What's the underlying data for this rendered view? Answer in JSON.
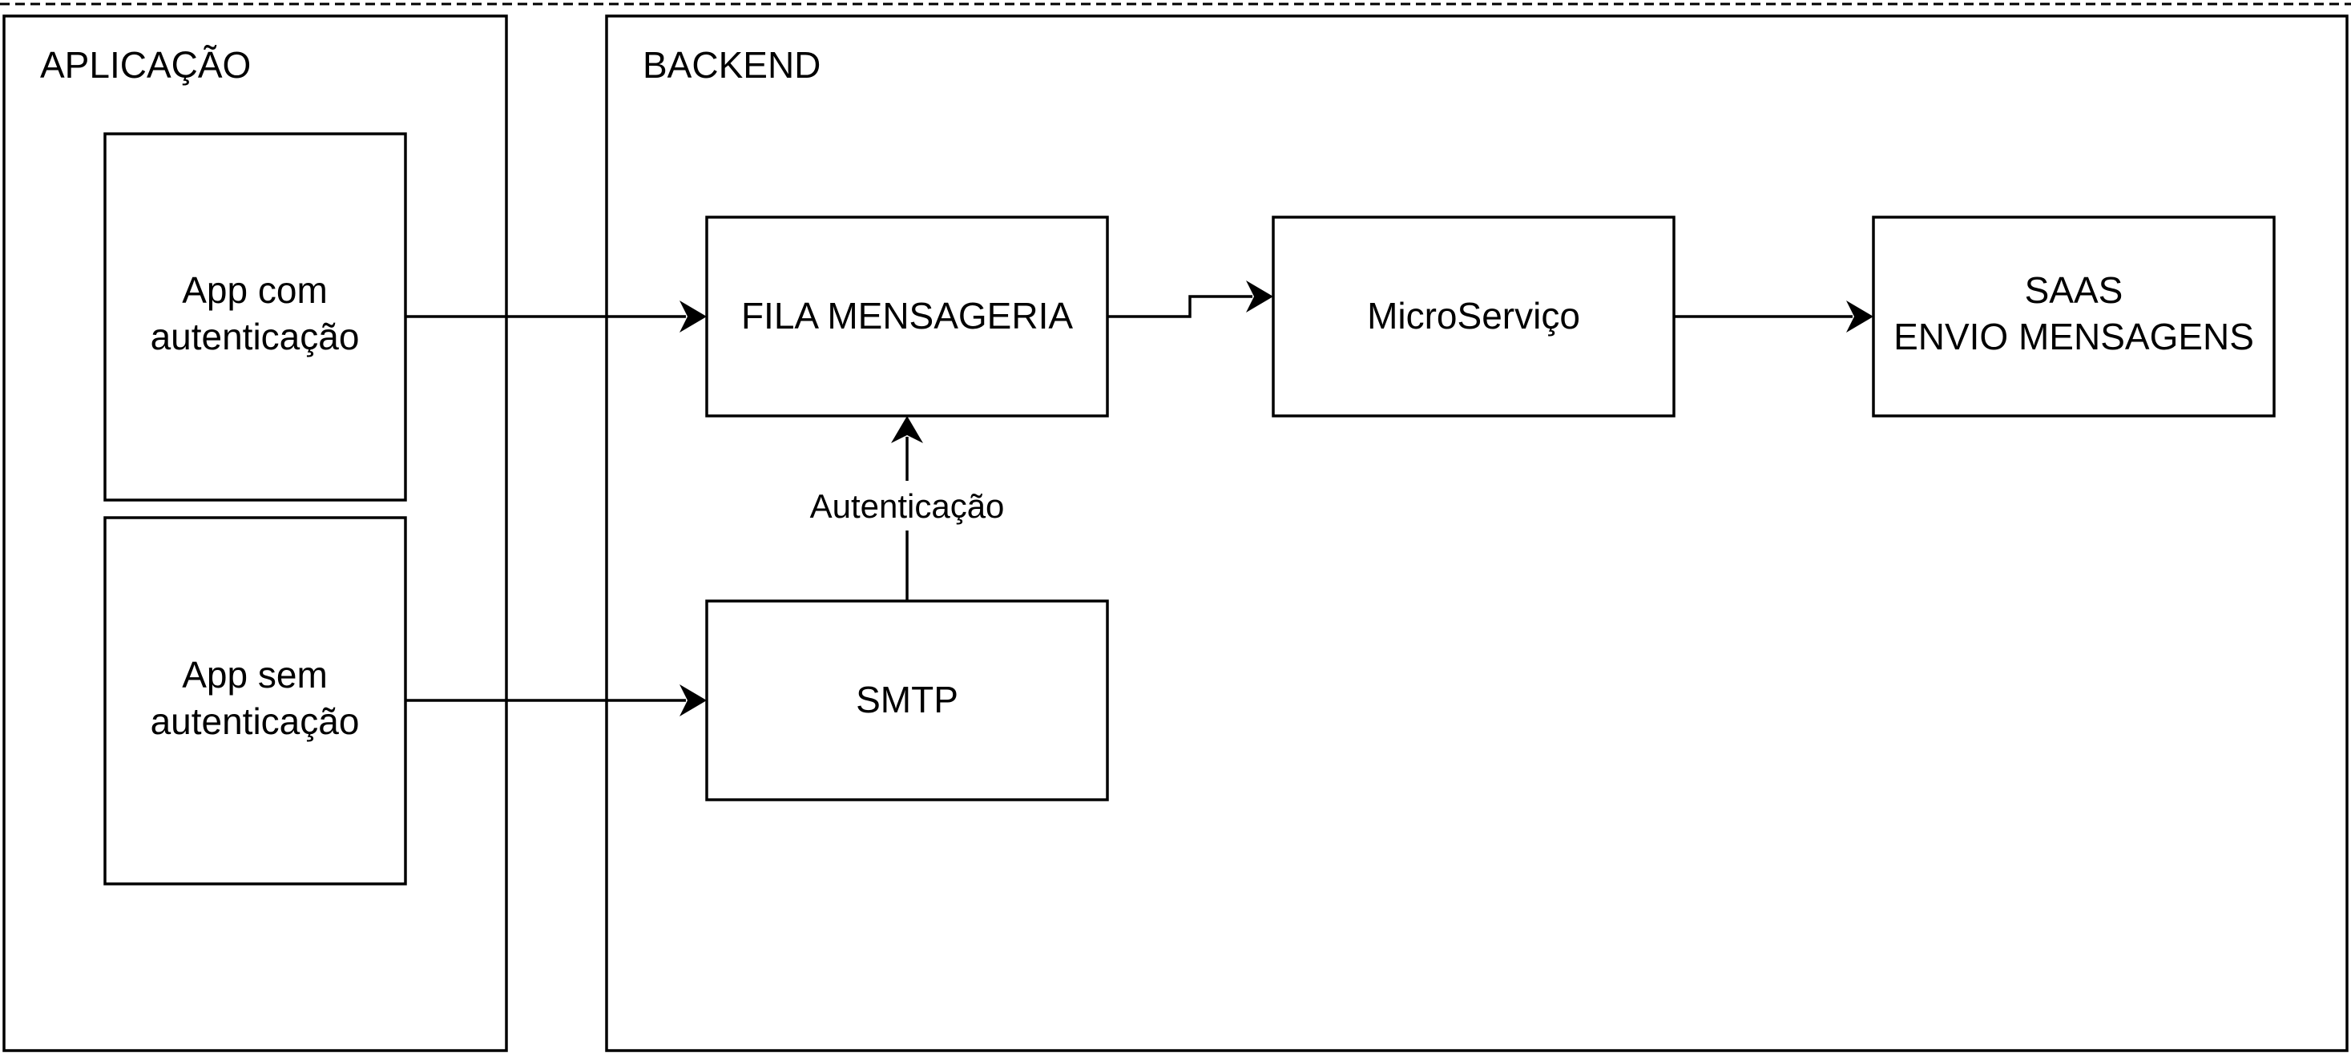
{
  "containers": {
    "application": {
      "label": "APLICAÇÃO"
    },
    "backend": {
      "label": "BACKEND"
    }
  },
  "nodes": {
    "app_with_auth": {
      "lines": [
        "App com",
        "autenticação"
      ]
    },
    "app_without_auth": {
      "lines": [
        "App sem",
        "autenticação"
      ]
    },
    "message_queue": {
      "label": "FILA MENSAGERIA"
    },
    "smtp": {
      "label": "SMTP"
    },
    "microservice": {
      "label": "MicroServiço"
    },
    "saas": {
      "lines": [
        "SAAS",
        "ENVIO MENSAGENS"
      ]
    }
  },
  "edges": {
    "smtp_to_queue": {
      "label": "Autenticação"
    }
  }
}
